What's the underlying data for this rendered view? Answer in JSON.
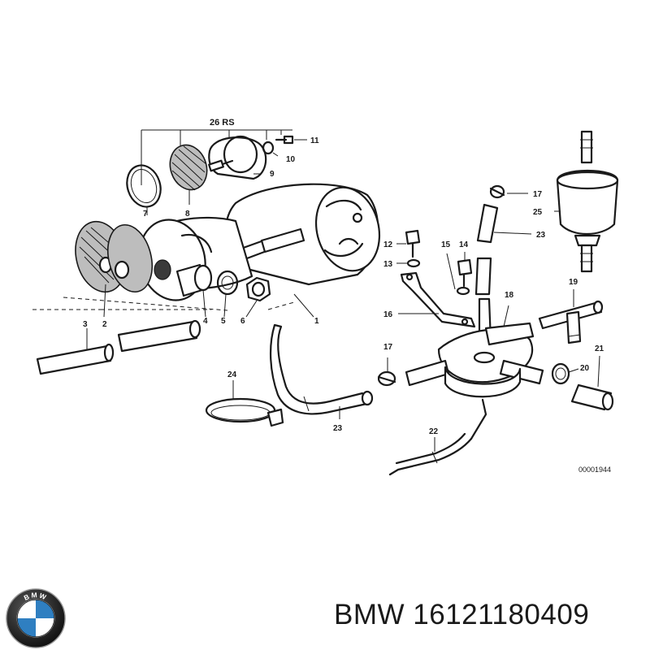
{
  "diagram": {
    "callouts": [
      "26 RS",
      "11",
      "10",
      "9",
      "7",
      "8",
      "17",
      "25",
      "23",
      "12",
      "15",
      "14",
      "13",
      "18",
      "19",
      "16",
      "3",
      "2",
      "4",
      "5",
      "6",
      "1",
      "17",
      "21",
      "20",
      "24",
      "23",
      "22"
    ],
    "drawing_code": "00001944"
  },
  "footer": {
    "part_number": "BMW 16121180409",
    "logo_text": "BMW"
  }
}
